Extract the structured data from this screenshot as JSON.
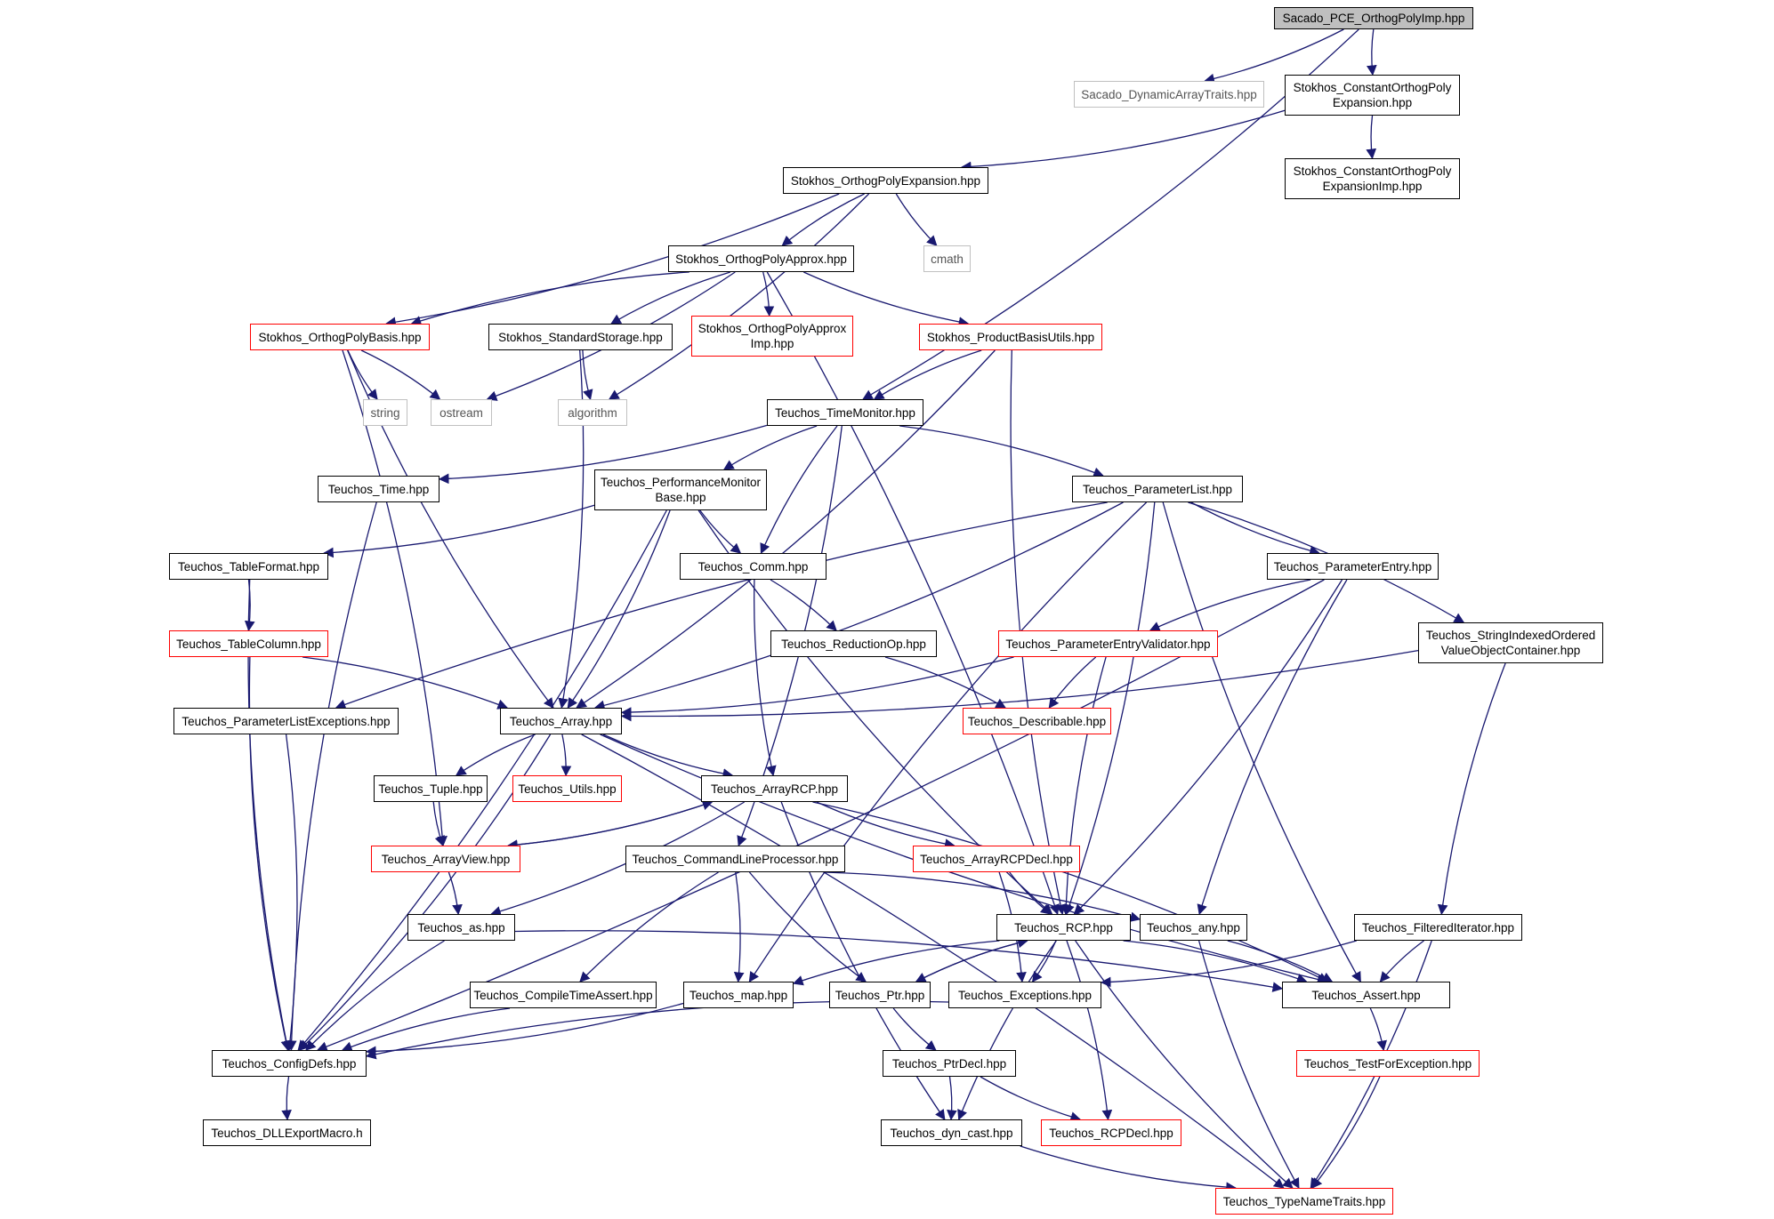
{
  "graph": {
    "nodes": [
      {
        "id": "root",
        "label": "Sacado_PCE_OrthogPolyImp.hpp",
        "kind": "root"
      },
      {
        "id": "dynarr",
        "label": "Sacado_DynamicArrayTraits.hpp",
        "kind": "missing"
      },
      {
        "id": "constexp",
        "label": "Stokhos_ConstantOrthogPoly\nExpansion.hpp",
        "kind": "normal"
      },
      {
        "id": "constexpimp",
        "label": "Stokhos_ConstantOrthogPoly\nExpansionImp.hpp",
        "kind": "normal"
      },
      {
        "id": "orthexp",
        "label": "Stokhos_OrthogPolyExpansion.hpp",
        "kind": "normal"
      },
      {
        "id": "cmath",
        "label": "cmath",
        "kind": "missing"
      },
      {
        "id": "orthapprox",
        "label": "Stokhos_OrthogPolyApprox.hpp",
        "kind": "normal"
      },
      {
        "id": "orthbasis",
        "label": "Stokhos_OrthogPolyBasis.hpp",
        "kind": "hasmore"
      },
      {
        "id": "stdstorage",
        "label": "Stokhos_StandardStorage.hpp",
        "kind": "normal"
      },
      {
        "id": "orthapproximp",
        "label": "Stokhos_OrthogPolyApprox\nImp.hpp",
        "kind": "hasmore"
      },
      {
        "id": "prodbasis",
        "label": "Stokhos_ProductBasisUtils.hpp",
        "kind": "hasmore"
      },
      {
        "id": "string",
        "label": "string",
        "kind": "missing"
      },
      {
        "id": "ostream",
        "label": "ostream",
        "kind": "missing"
      },
      {
        "id": "algorithm",
        "label": "algorithm",
        "kind": "missing"
      },
      {
        "id": "timemon",
        "label": "Teuchos_TimeMonitor.hpp",
        "kind": "normal"
      },
      {
        "id": "time",
        "label": "Teuchos_Time.hpp",
        "kind": "normal"
      },
      {
        "id": "perfmon",
        "label": "Teuchos_PerformanceMonitor\nBase.hpp",
        "kind": "normal"
      },
      {
        "id": "paramlist",
        "label": "Teuchos_ParameterList.hpp",
        "kind": "normal"
      },
      {
        "id": "tableformat",
        "label": "Teuchos_TableFormat.hpp",
        "kind": "normal"
      },
      {
        "id": "comm",
        "label": "Teuchos_Comm.hpp",
        "kind": "normal"
      },
      {
        "id": "paramentry",
        "label": "Teuchos_ParameterEntry.hpp",
        "kind": "normal"
      },
      {
        "id": "tablecolumn",
        "label": "Teuchos_TableColumn.hpp",
        "kind": "hasmore"
      },
      {
        "id": "reductionop",
        "label": "Teuchos_ReductionOp.hpp",
        "kind": "normal"
      },
      {
        "id": "pevalidator",
        "label": "Teuchos_ParameterEntryValidator.hpp",
        "kind": "hasmore"
      },
      {
        "id": "strindexed",
        "label": "Teuchos_StringIndexedOrdered\nValueObjectContainer.hpp",
        "kind": "normal"
      },
      {
        "id": "plexceptions",
        "label": "Teuchos_ParameterListExceptions.hpp",
        "kind": "normal"
      },
      {
        "id": "array",
        "label": "Teuchos_Array.hpp",
        "kind": "normal"
      },
      {
        "id": "describable",
        "label": "Teuchos_Describable.hpp",
        "kind": "hasmore"
      },
      {
        "id": "tuple",
        "label": "Teuchos_Tuple.hpp",
        "kind": "normal"
      },
      {
        "id": "utils",
        "label": "Teuchos_Utils.hpp",
        "kind": "hasmore"
      },
      {
        "id": "arrayrcp",
        "label": "Teuchos_ArrayRCP.hpp",
        "kind": "normal"
      },
      {
        "id": "arrayview",
        "label": "Teuchos_ArrayView.hpp",
        "kind": "hasmore"
      },
      {
        "id": "cmdline",
        "label": "Teuchos_CommandLineProcessor.hpp",
        "kind": "normal"
      },
      {
        "id": "arrayrcpdecl",
        "label": "Teuchos_ArrayRCPDecl.hpp",
        "kind": "hasmore"
      },
      {
        "id": "as",
        "label": "Teuchos_as.hpp",
        "kind": "normal"
      },
      {
        "id": "rcp",
        "label": "Teuchos_RCP.hpp",
        "kind": "normal"
      },
      {
        "id": "any",
        "label": "Teuchos_any.hpp",
        "kind": "normal"
      },
      {
        "id": "filtered",
        "label": "Teuchos_FilteredIterator.hpp",
        "kind": "normal"
      },
      {
        "id": "compiletime",
        "label": "Teuchos_CompileTimeAssert.hpp",
        "kind": "normal"
      },
      {
        "id": "map",
        "label": "Teuchos_map.hpp",
        "kind": "normal"
      },
      {
        "id": "ptr",
        "label": "Teuchos_Ptr.hpp",
        "kind": "normal"
      },
      {
        "id": "exceptions",
        "label": "Teuchos_Exceptions.hpp",
        "kind": "normal"
      },
      {
        "id": "assert",
        "label": "Teuchos_Assert.hpp",
        "kind": "normal"
      },
      {
        "id": "configdefs",
        "label": "Teuchos_ConfigDefs.hpp",
        "kind": "normal"
      },
      {
        "id": "ptrdecl",
        "label": "Teuchos_PtrDecl.hpp",
        "kind": "normal"
      },
      {
        "id": "testforexc",
        "label": "Teuchos_TestForException.hpp",
        "kind": "hasmore"
      },
      {
        "id": "dllexport",
        "label": "Teuchos_DLLExportMacro.h",
        "kind": "normal"
      },
      {
        "id": "dyncast",
        "label": "Teuchos_dyn_cast.hpp",
        "kind": "normal"
      },
      {
        "id": "rcpdecl",
        "label": "Teuchos_RCPDecl.hpp",
        "kind": "hasmore"
      },
      {
        "id": "typename",
        "label": "Teuchos_TypeNameTraits.hpp",
        "kind": "hasmore"
      }
    ],
    "edges": [
      [
        "root",
        "dynarr"
      ],
      [
        "root",
        "constexp"
      ],
      [
        "root",
        "timemon"
      ],
      [
        "constexp",
        "constexpimp"
      ],
      [
        "constexp",
        "orthexp"
      ],
      [
        "orthexp",
        "orthapprox"
      ],
      [
        "orthexp",
        "orthbasis"
      ],
      [
        "orthexp",
        "cmath"
      ],
      [
        "orthexp",
        "algorithm"
      ],
      [
        "orthapprox",
        "orthbasis"
      ],
      [
        "orthapprox",
        "ostream"
      ],
      [
        "orthapprox",
        "stdstorage"
      ],
      [
        "orthapprox",
        "orthapproximp"
      ],
      [
        "orthapprox",
        "prodbasis"
      ],
      [
        "orthapprox",
        "rcp"
      ],
      [
        "orthbasis",
        "string"
      ],
      [
        "orthbasis",
        "ostream"
      ],
      [
        "orthbasis",
        "array"
      ],
      [
        "orthbasis",
        "arrayview"
      ],
      [
        "stdstorage",
        "algorithm"
      ],
      [
        "stdstorage",
        "array"
      ],
      [
        "prodbasis",
        "timemon"
      ],
      [
        "prodbasis",
        "array"
      ],
      [
        "prodbasis",
        "rcp"
      ],
      [
        "timemon",
        "time"
      ],
      [
        "timemon",
        "perfmon"
      ],
      [
        "timemon",
        "paramlist"
      ],
      [
        "timemon",
        "comm"
      ],
      [
        "timemon",
        "cmdline"
      ],
      [
        "time",
        "configdefs"
      ],
      [
        "perfmon",
        "tableformat"
      ],
      [
        "perfmon",
        "comm"
      ],
      [
        "perfmon",
        "array"
      ],
      [
        "perfmon",
        "rcp"
      ],
      [
        "perfmon",
        "configdefs"
      ],
      [
        "paramlist",
        "paramentry"
      ],
      [
        "paramlist",
        "strindexed"
      ],
      [
        "paramlist",
        "plexceptions"
      ],
      [
        "paramlist",
        "array"
      ],
      [
        "paramlist",
        "map"
      ],
      [
        "paramlist",
        "rcp"
      ],
      [
        "paramlist",
        "assert"
      ],
      [
        "tableformat",
        "tablecolumn"
      ],
      [
        "tableformat",
        "configdefs"
      ],
      [
        "tablecolumn",
        "array"
      ],
      [
        "tablecolumn",
        "configdefs"
      ],
      [
        "comm",
        "reductionop"
      ],
      [
        "comm",
        "arrayrcp"
      ],
      [
        "reductionop",
        "describable"
      ],
      [
        "paramentry",
        "pevalidator"
      ],
      [
        "paramentry",
        "rcp"
      ],
      [
        "paramentry",
        "any"
      ],
      [
        "paramentry",
        "configdefs"
      ],
      [
        "pevalidator",
        "describable"
      ],
      [
        "pevalidator",
        "array"
      ],
      [
        "pevalidator",
        "rcp"
      ],
      [
        "strindexed",
        "array"
      ],
      [
        "strindexed",
        "filtered"
      ],
      [
        "plexceptions",
        "configdefs"
      ],
      [
        "array",
        "tuple"
      ],
      [
        "array",
        "utils"
      ],
      [
        "array",
        "arrayrcp"
      ],
      [
        "array",
        "configdefs"
      ],
      [
        "array",
        "assert"
      ],
      [
        "array",
        "typename"
      ],
      [
        "tuple",
        "arrayview"
      ],
      [
        "arrayrcp",
        "arrayview"
      ],
      [
        "arrayrcp",
        "arrayrcpdecl"
      ],
      [
        "arrayrcp",
        "as"
      ],
      [
        "arrayrcp",
        "dyncast"
      ],
      [
        "arrayrcp",
        "assert"
      ],
      [
        "arrayview",
        "arrayrcp"
      ],
      [
        "arrayview",
        "as"
      ],
      [
        "arrayrcpdecl",
        "rcp"
      ],
      [
        "arrayrcpdecl",
        "exceptions"
      ],
      [
        "cmdline",
        "compiletime"
      ],
      [
        "cmdline",
        "map"
      ],
      [
        "cmdline",
        "ptr"
      ],
      [
        "cmdline",
        "any"
      ],
      [
        "as",
        "configdefs"
      ],
      [
        "as",
        "assert"
      ],
      [
        "rcp",
        "ptr"
      ],
      [
        "rcp",
        "exceptions"
      ],
      [
        "rcp",
        "map"
      ],
      [
        "rcp",
        "assert"
      ],
      [
        "rcp",
        "dyncast"
      ],
      [
        "rcp",
        "rcpdecl"
      ],
      [
        "rcp",
        "typename"
      ],
      [
        "ptr",
        "rcp"
      ],
      [
        "ptr",
        "ptrdecl"
      ],
      [
        "any",
        "assert"
      ],
      [
        "any",
        "typename"
      ],
      [
        "filtered",
        "exceptions"
      ],
      [
        "filtered",
        "assert"
      ],
      [
        "filtered",
        "typename"
      ],
      [
        "compiletime",
        "configdefs"
      ],
      [
        "map",
        "configdefs"
      ],
      [
        "exceptions",
        "configdefs"
      ],
      [
        "assert",
        "testforexc"
      ],
      [
        "configdefs",
        "dllexport"
      ],
      [
        "ptrdecl",
        "dyncast"
      ],
      [
        "ptrdecl",
        "rcpdecl"
      ],
      [
        "testforexc",
        "typename"
      ],
      [
        "dyncast",
        "typename"
      ]
    ]
  },
  "colors": {
    "edge": "#191970",
    "root_fill": "#bfbfbf",
    "missing_border": "#c0c0c0",
    "hasmore_border": "#ff0000",
    "normal_border": "#000000"
  }
}
